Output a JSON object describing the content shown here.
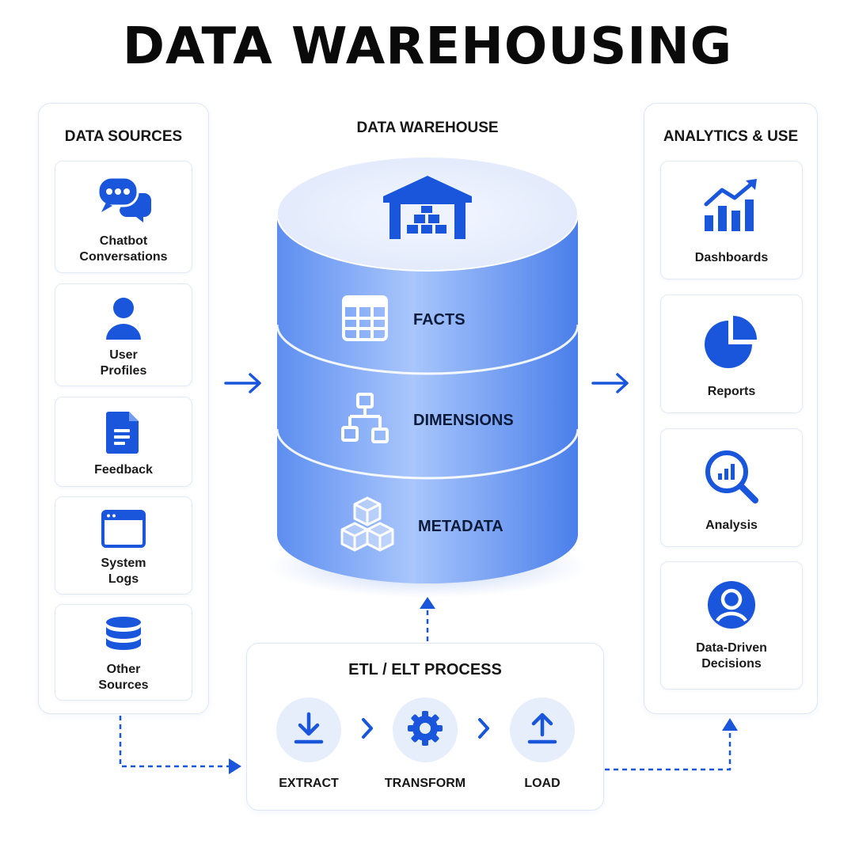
{
  "title": "DATA WAREHOUSING",
  "sources": {
    "heading": "DATA SOURCES",
    "items": [
      {
        "label": "Chatbot\nConversations",
        "icon": "chat-bubbles-icon"
      },
      {
        "label": "User\nProfiles",
        "icon": "user-icon"
      },
      {
        "label": "Feedback",
        "icon": "document-icon"
      },
      {
        "label": "System\nLogs",
        "icon": "browser-window-icon"
      },
      {
        "label": "Other\nSources",
        "icon": "database-icon"
      }
    ]
  },
  "warehouse": {
    "heading": "DATA WAREHOUSE",
    "top_icon": "warehouse-icon",
    "layers": [
      {
        "label": "FACTS",
        "icon": "table-grid-icon"
      },
      {
        "label": "DIMENSIONS",
        "icon": "hierarchy-icon"
      },
      {
        "label": "METADATA",
        "icon": "cubes-icon"
      }
    ]
  },
  "analytics": {
    "heading": "ANALYTICS & USE",
    "items": [
      {
        "label": "Dashboards",
        "icon": "bar-chart-trend-icon"
      },
      {
        "label": "Reports",
        "icon": "pie-chart-icon"
      },
      {
        "label": "Analysis",
        "icon": "magnifier-chart-icon"
      },
      {
        "label": "Data-Driven\nDecisions",
        "icon": "user-circle-icon"
      }
    ]
  },
  "etl": {
    "heading": "ETL / ELT PROCESS",
    "steps": [
      {
        "label": "EXTRACT",
        "icon": "download-icon"
      },
      {
        "label": "TRANSFORM",
        "icon": "gear-icon"
      },
      {
        "label": "LOAD",
        "icon": "upload-icon"
      }
    ]
  },
  "colors": {
    "accent": "#1a56db",
    "cylinder_light": "#a6c4fb",
    "cylinder_dark": "#4a7fea",
    "card_border": "#dde6f6",
    "step_circle": "#e6eefc"
  }
}
